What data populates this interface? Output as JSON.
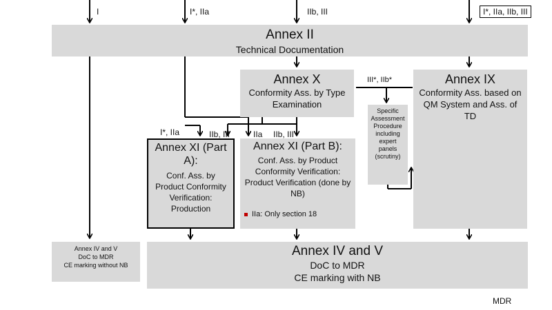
{
  "top_labels": {
    "col1": "I",
    "col2": "I*, IIa",
    "col3": "IIb, III",
    "col4": "I*, IIa, IIb, III"
  },
  "annex_ii": {
    "title": "Annex II",
    "subtitle": "Technical Documentation"
  },
  "annex_x": {
    "title": "Annex X",
    "subtitle": "Conformity Ass. by Type Examination"
  },
  "annex_ix": {
    "title": "Annex IX",
    "subtitle": "Conformity Ass. based on QM System and Ass. of TD"
  },
  "scrutiny": {
    "text": "Specific Assessment Procedure including expert panels (scrutiny)"
  },
  "scrutiny_label": "III*, IIb*",
  "mid_labels": {
    "a_class": "I*, IIa",
    "a_iib": "IIb, III",
    "b_iia": "IIa",
    "b_iib": "IIb, III"
  },
  "annex_xi_a": {
    "title": "Annex XI (Part A):",
    "subtitle": "Conf. Ass. by Product Conformity Verification: Production"
  },
  "annex_xi_b": {
    "title": "Annex XI (Part B):",
    "subtitle": "Conf. Ass. by Product Conformity Verification: Product Verification (done by NB)",
    "note": "IIa: Only section 18"
  },
  "annex_iv_small": {
    "line1": "Annex IV and V",
    "line2": "DoC to MDR",
    "line3": "CE marking without NB"
  },
  "annex_iv_big": {
    "title": "Annex IV and V",
    "line2": "DoC to MDR",
    "line3": "CE marking with NB"
  },
  "footer": "MDR",
  "colors": {
    "box_fill": "#d9d9d9",
    "bullet": "#c00000",
    "line": "#000000"
  }
}
